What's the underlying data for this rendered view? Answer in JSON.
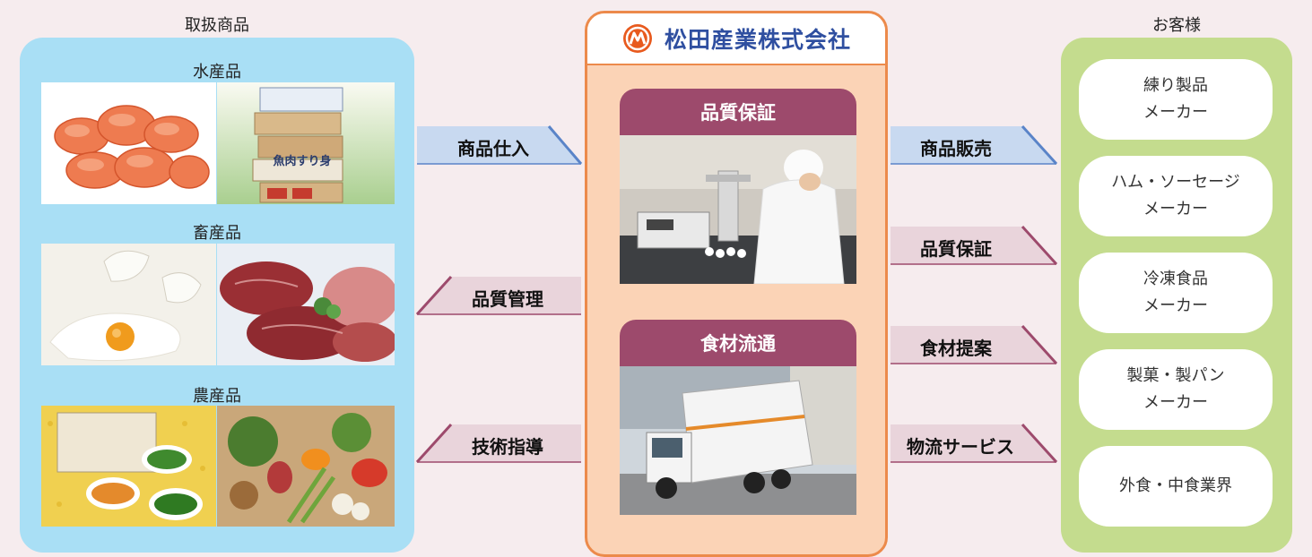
{
  "left": {
    "title": "取扱商品",
    "categories": [
      {
        "label": "水産品"
      },
      {
        "label": "畜産品"
      },
      {
        "label": "農産品"
      }
    ],
    "package_text": "魚肉すり身"
  },
  "center": {
    "company": "松田産業株式会社",
    "logo_mark": "M",
    "sections": [
      {
        "label": "品質保証"
      },
      {
        "label": "食材流通"
      }
    ]
  },
  "right": {
    "title": "お客様",
    "customers": [
      {
        "line1": "練り製品",
        "line2": "メーカー"
      },
      {
        "line1": "ハム・ソーセージ",
        "line2": "メーカー"
      },
      {
        "line1": "冷凍食品",
        "line2": "メーカー"
      },
      {
        "line1": "製菓・製パン",
        "line2": "メーカー"
      },
      {
        "line1": "外食・中食業界",
        "line2": ""
      }
    ]
  },
  "arrows": {
    "left": [
      {
        "label": "商品仕入",
        "direction": "right",
        "color": "#5a84c8"
      },
      {
        "label": "品質管理",
        "direction": "left",
        "color": "#9d4a6c"
      },
      {
        "label": "技術指導",
        "direction": "left",
        "color": "#9d4a6c"
      }
    ],
    "right": [
      {
        "label": "商品販売",
        "direction": "right",
        "color": "#5a84c8"
      },
      {
        "label": "品質保証",
        "direction": "right",
        "color": "#9d4a6c"
      },
      {
        "label": "食材提案",
        "direction": "right",
        "color": "#9d4a6c"
      },
      {
        "label": "物流サービス",
        "direction": "right",
        "color": "#9d4a6c"
      }
    ]
  },
  "colors": {
    "left_panel": "#a9dff5",
    "center_panel": "#fbd3b6",
    "center_border": "#ec8a4b",
    "right_panel": "#c4dc8e",
    "section_tab": "#9d4a6c",
    "arrow_blue": "#5a84c8",
    "arrow_mauve": "#9d4a6c",
    "arrow_fill_blue": "#c8d9f0",
    "arrow_fill_mauve": "#e9d4db"
  }
}
